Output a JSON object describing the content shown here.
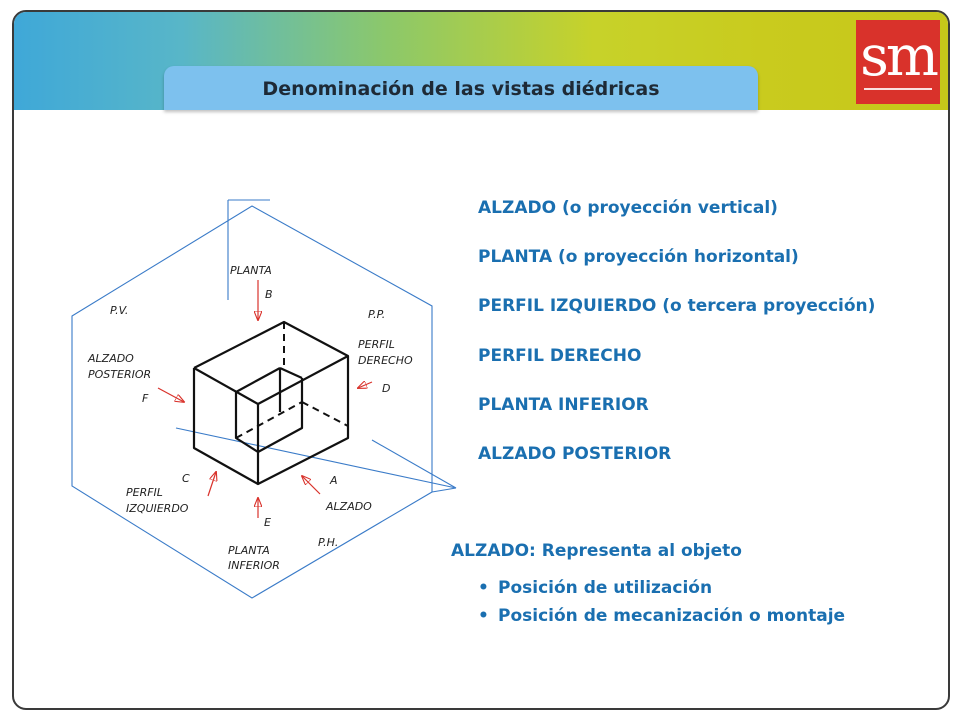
{
  "header": {
    "title": "Denominación de las vistas diédricas",
    "logo": "sm"
  },
  "diagram": {
    "labels": {
      "planta": "PLANTA",
      "b": "B",
      "pv": "P.V.",
      "pp": "P.P.",
      "perfil_derecho_1": "PERFIL",
      "perfil_derecho_2": "DERECHO",
      "d": "D",
      "alzado_posterior_1": "ALZADO",
      "alzado_posterior_2": "POSTERIOR",
      "f": "F",
      "c": "C",
      "a": "A",
      "perfil_izquierdo_1": "PERFIL",
      "perfil_izquierdo_2": "IZQUIERDO",
      "alzado": "ALZADO",
      "e": "E",
      "ph": "P.H.",
      "planta_inferior_1": "PLANTA",
      "planta_inferior_2": "INFERIOR"
    },
    "colors": {
      "planes": "#3a7bc8",
      "arrows": "#d9322b",
      "object": "#111111"
    }
  },
  "views": [
    "ALZADO (o proyección vertical)",
    "PLANTA (o proyección horizontal)",
    "PERFIL IZQUIERDO (o tercera proyección)",
    "PERFIL DERECHO",
    "PLANTA INFERIOR",
    "ALZADO POSTERIOR"
  ],
  "note": {
    "heading": "ALZADO: Representa al objeto",
    "bullet_symbol": "•",
    "bullets": [
      "Posición de utilización",
      "Posición de mecanización o montaje"
    ]
  },
  "colors": {
    "text_blue": "#1a6fb0",
    "title_bar": "#7dc1ee",
    "logo_red": "#d9322b"
  }
}
